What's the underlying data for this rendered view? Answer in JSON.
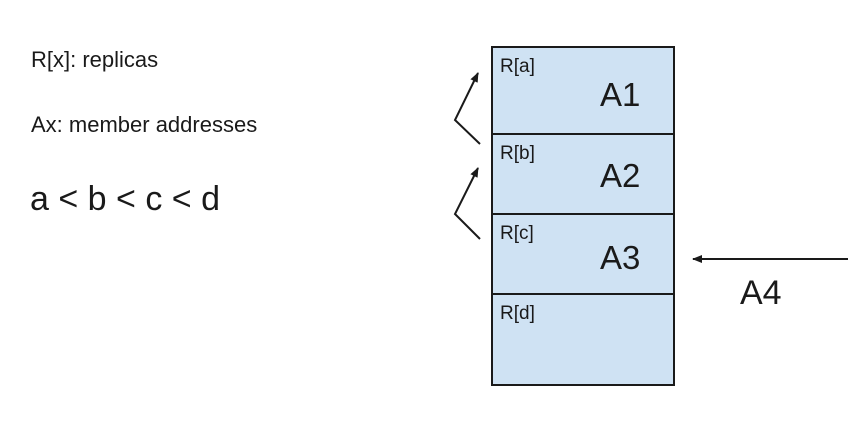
{
  "legend": {
    "replicas": "R[x]: replicas",
    "addresses": "Ax: member addresses"
  },
  "ordering": "a < b < c < d",
  "stack": {
    "fill_color": "#cfe2f3",
    "cells": [
      {
        "replica": "R[a]",
        "member": "A1"
      },
      {
        "replica": "R[b]",
        "member": "A2"
      },
      {
        "replica": "R[c]",
        "member": "A3"
      },
      {
        "replica": "R[d]",
        "member": ""
      }
    ]
  },
  "incoming": {
    "label": "A4"
  }
}
